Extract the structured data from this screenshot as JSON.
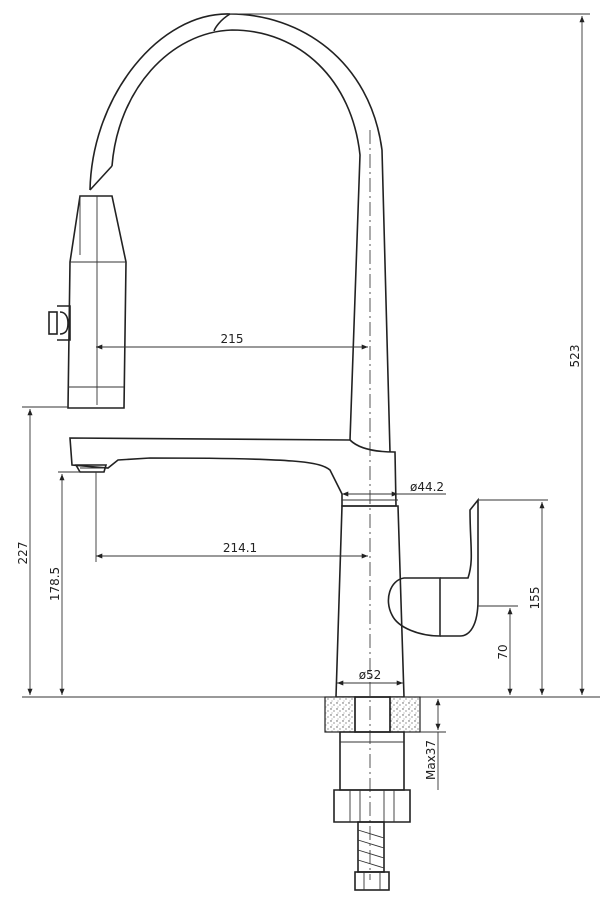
{
  "dimensions": {
    "total_height": "523",
    "reach_handshower": "215",
    "spout_body_diameter": "ø44.2",
    "reach_spout": "214.1",
    "outlet_height_227": "227",
    "outlet_height_178": "178.5",
    "handle_height_155": "155",
    "handle_axis_height_70": "70",
    "base_diameter": "ø52",
    "max_counter_thickness": "Max37"
  }
}
